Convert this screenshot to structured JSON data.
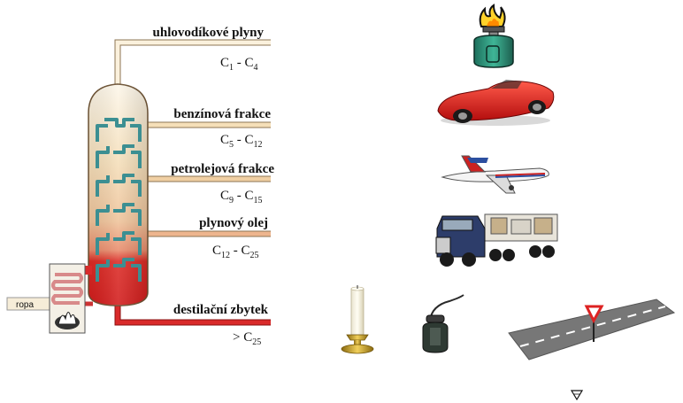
{
  "fractions": [
    {
      "name": "uhlovodíkové plyny",
      "range_prefix": "",
      "c_from": "1",
      "c_to": "4",
      "color": "#fbf1dd"
    },
    {
      "name": "benzínová frakce",
      "range_prefix": "",
      "c_from": "5",
      "c_to": "12",
      "color": "#f5dfb8"
    },
    {
      "name": "petrolejová frakce",
      "range_prefix": "",
      "c_from": "9",
      "c_to": "15",
      "color": "#f0cfa3"
    },
    {
      "name": "plynový olej",
      "range_prefix": "",
      "c_from": "12",
      "c_to": "25",
      "color": "#eeb58e"
    },
    {
      "name": "destilační zbytek",
      "range_prefix": ">",
      "c_from": "",
      "c_to": "25",
      "color": "#d92a2a"
    }
  ],
  "input_label": "ropa",
  "products": [
    "gas-canister-icon",
    "sports-car-icon",
    "airplane-icon",
    "truck-icon",
    "candle-icon",
    "oil-can-icon",
    "road-icon"
  ],
  "colors": {
    "column_top": "#fbf3e0",
    "column_bottom": "#d92020",
    "tray": "#3c8f92",
    "road": "#777777"
  }
}
